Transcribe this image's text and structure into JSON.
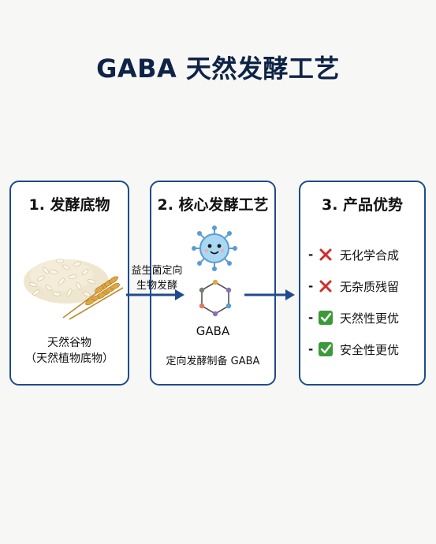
{
  "title": "GABA 天然发酵工艺",
  "colors": {
    "title": "#0f2347",
    "border": "#1f4b8c",
    "arrow": "#1f4b8c",
    "cross": "#d22b2b",
    "check": "#3a9a3a"
  },
  "steps": [
    {
      "title": "1. 发酵底物",
      "icon": "grain-icon",
      "desc_line1": "天然谷物",
      "desc_line2": "（天然植物底物）"
    },
    {
      "title": "2. 核心发酵工艺",
      "icon": "microbe-icon",
      "molecule_icon": "molecule-icon",
      "molecule_label": "GABA",
      "desc": "定向发酵制备 GABA"
    },
    {
      "title": "3. 产品优势",
      "items": [
        {
          "mark": "cross-icon",
          "label": "无化学合成"
        },
        {
          "mark": "cross-icon",
          "label": "无杂质残留"
        },
        {
          "mark": "check-icon",
          "label": "天然性更优"
        },
        {
          "mark": "check-icon",
          "label": "安全性更优"
        }
      ]
    }
  ],
  "process": {
    "line1": "益生菌定向",
    "line2": "生物发酵"
  }
}
